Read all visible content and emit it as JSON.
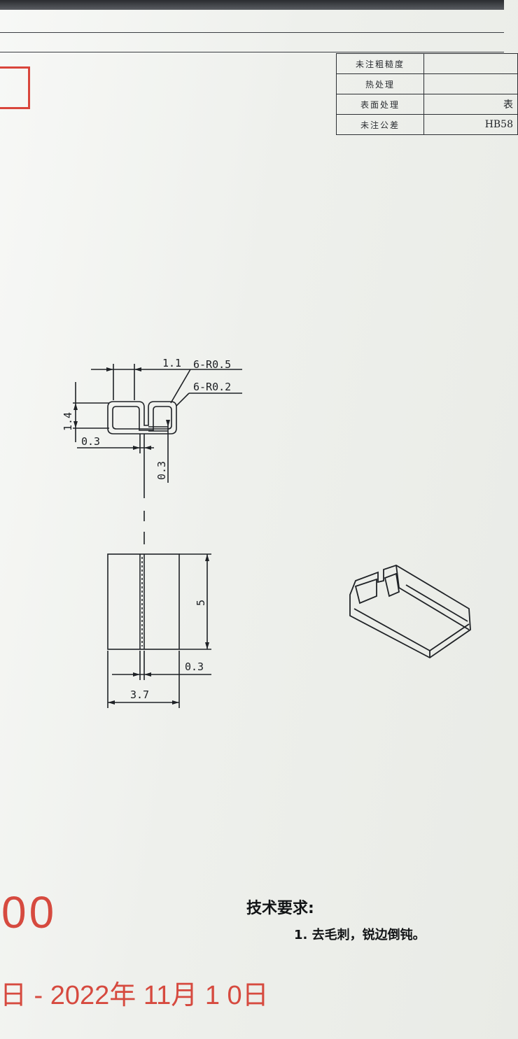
{
  "title_block": {
    "rows": [
      {
        "label": "未注粗糙度",
        "value": ""
      },
      {
        "label": "热处理",
        "value": ""
      },
      {
        "label": "表面处理",
        "value": "表"
      },
      {
        "label": "未注公差",
        "value": "HB58"
      }
    ]
  },
  "dimensions": {
    "d_1_1": "1.1",
    "radius_outer": "6-R0.5",
    "radius_inner": "6-R0.2",
    "d_1_4": "1.4",
    "d_0_3_left": "0.3",
    "d_0_3_vertical": "0.3",
    "d_5": "5",
    "d_0_3_bottom": "0.3",
    "d_3_7": "3.7"
  },
  "stamp": {
    "number": "00",
    "date": "日 - 2022年 11月 1 0日"
  },
  "tech_requirements": {
    "title": "技术要求:",
    "items": [
      "1. 去毛刺，锐边倒钝。"
    ]
  },
  "colors": {
    "stamp_red": "#d64a3f",
    "line": "#1f2226"
  }
}
